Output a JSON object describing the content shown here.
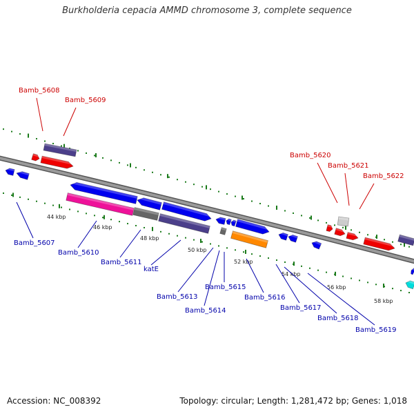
{
  "title": "Burkholderia cepacia AMMD chromosome 3, complete sequence",
  "footer": {
    "accession": "Accession: NC_008392",
    "summary": "Topology: circular; Length: 1,281,472 bp; Genes: 1,018"
  },
  "colors": {
    "backbone": "#808080",
    "top_label": "#cc0000",
    "bottom_label": "#0000aa",
    "tick": "#1a7a1a",
    "red": "#ee0000",
    "blue": "#0000ee",
    "purple": "#4b3f8a",
    "pink": "#ee1199",
    "gray": "#666666",
    "orange": "#ff8800",
    "lightgray": "#cccccc",
    "cyan": "#00dddd"
  },
  "ticks": [
    {
      "label": "44 kbp"
    },
    {
      "label": "46 kbp"
    },
    {
      "label": "48 kbp"
    },
    {
      "label": "50 kbp"
    },
    {
      "label": "52 kbp"
    },
    {
      "label": "54 kbp"
    },
    {
      "label": "56 kbp"
    },
    {
      "label": "58 kbp"
    }
  ],
  "labels_top": [
    {
      "text": "Bamb_5608"
    },
    {
      "text": "Bamb_5609"
    },
    {
      "text": "Bamb_5620"
    },
    {
      "text": "Bamb_5621"
    },
    {
      "text": "Bamb_5622"
    }
  ],
  "labels_bottom": [
    {
      "text": "Bamb_5607"
    },
    {
      "text": "Bamb_5610"
    },
    {
      "text": "Bamb_5611"
    },
    {
      "text": "katE"
    },
    {
      "text": "Bamb_5613"
    },
    {
      "text": "Bamb_5614"
    },
    {
      "text": "Bamb_5615"
    },
    {
      "text": "Bamb_5616"
    },
    {
      "text": "Bamb_5617"
    },
    {
      "text": "Bamb_5618"
    },
    {
      "text": "Bamb_5619"
    }
  ]
}
